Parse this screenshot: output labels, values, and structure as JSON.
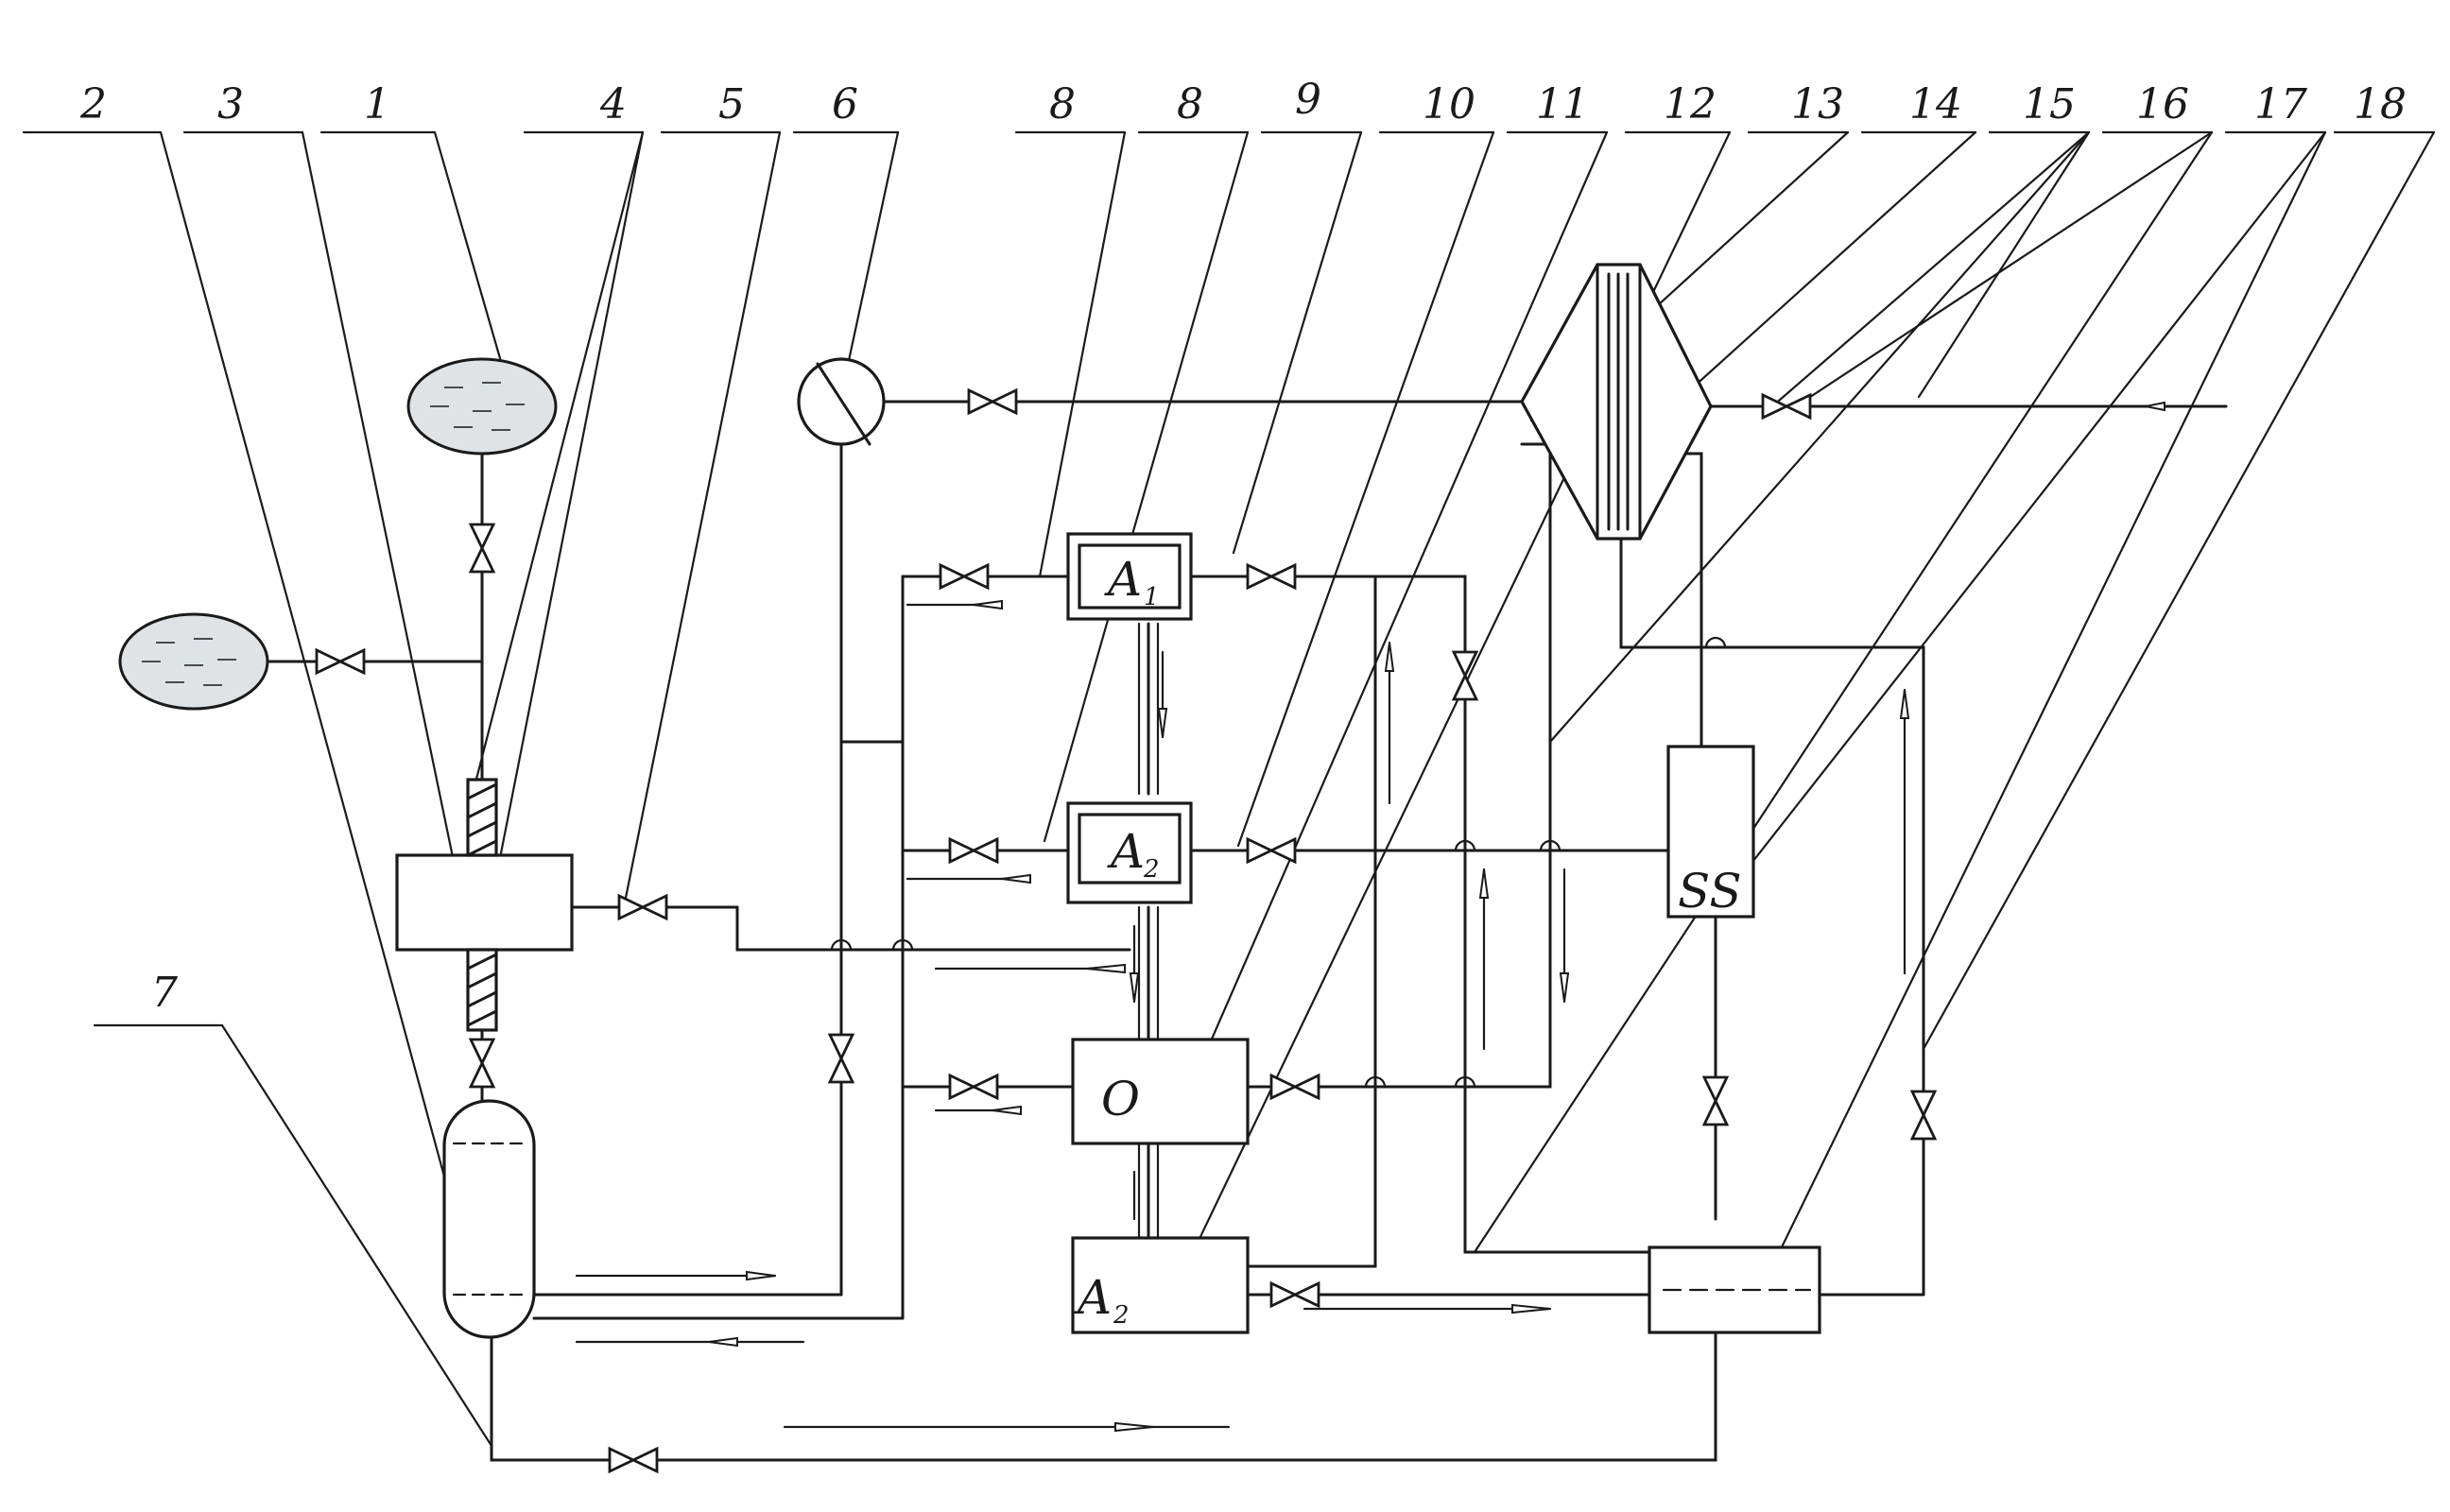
{
  "callout_numbers": [
    "2",
    "3",
    "1",
    "4",
    "5",
    "6",
    "8",
    "8",
    "9",
    "10",
    "11",
    "12",
    "13",
    "14",
    "15",
    "16",
    "17",
    "18",
    "7"
  ],
  "units": {
    "a1": {
      "letter": "A",
      "sub": "1"
    },
    "a2_top": {
      "letter": "A",
      "sub": "2"
    },
    "o": {
      "letter": "O"
    },
    "a2_bottom": {
      "letter": "A",
      "sub": "2"
    },
    "ss": {
      "letter": "SS"
    }
  }
}
